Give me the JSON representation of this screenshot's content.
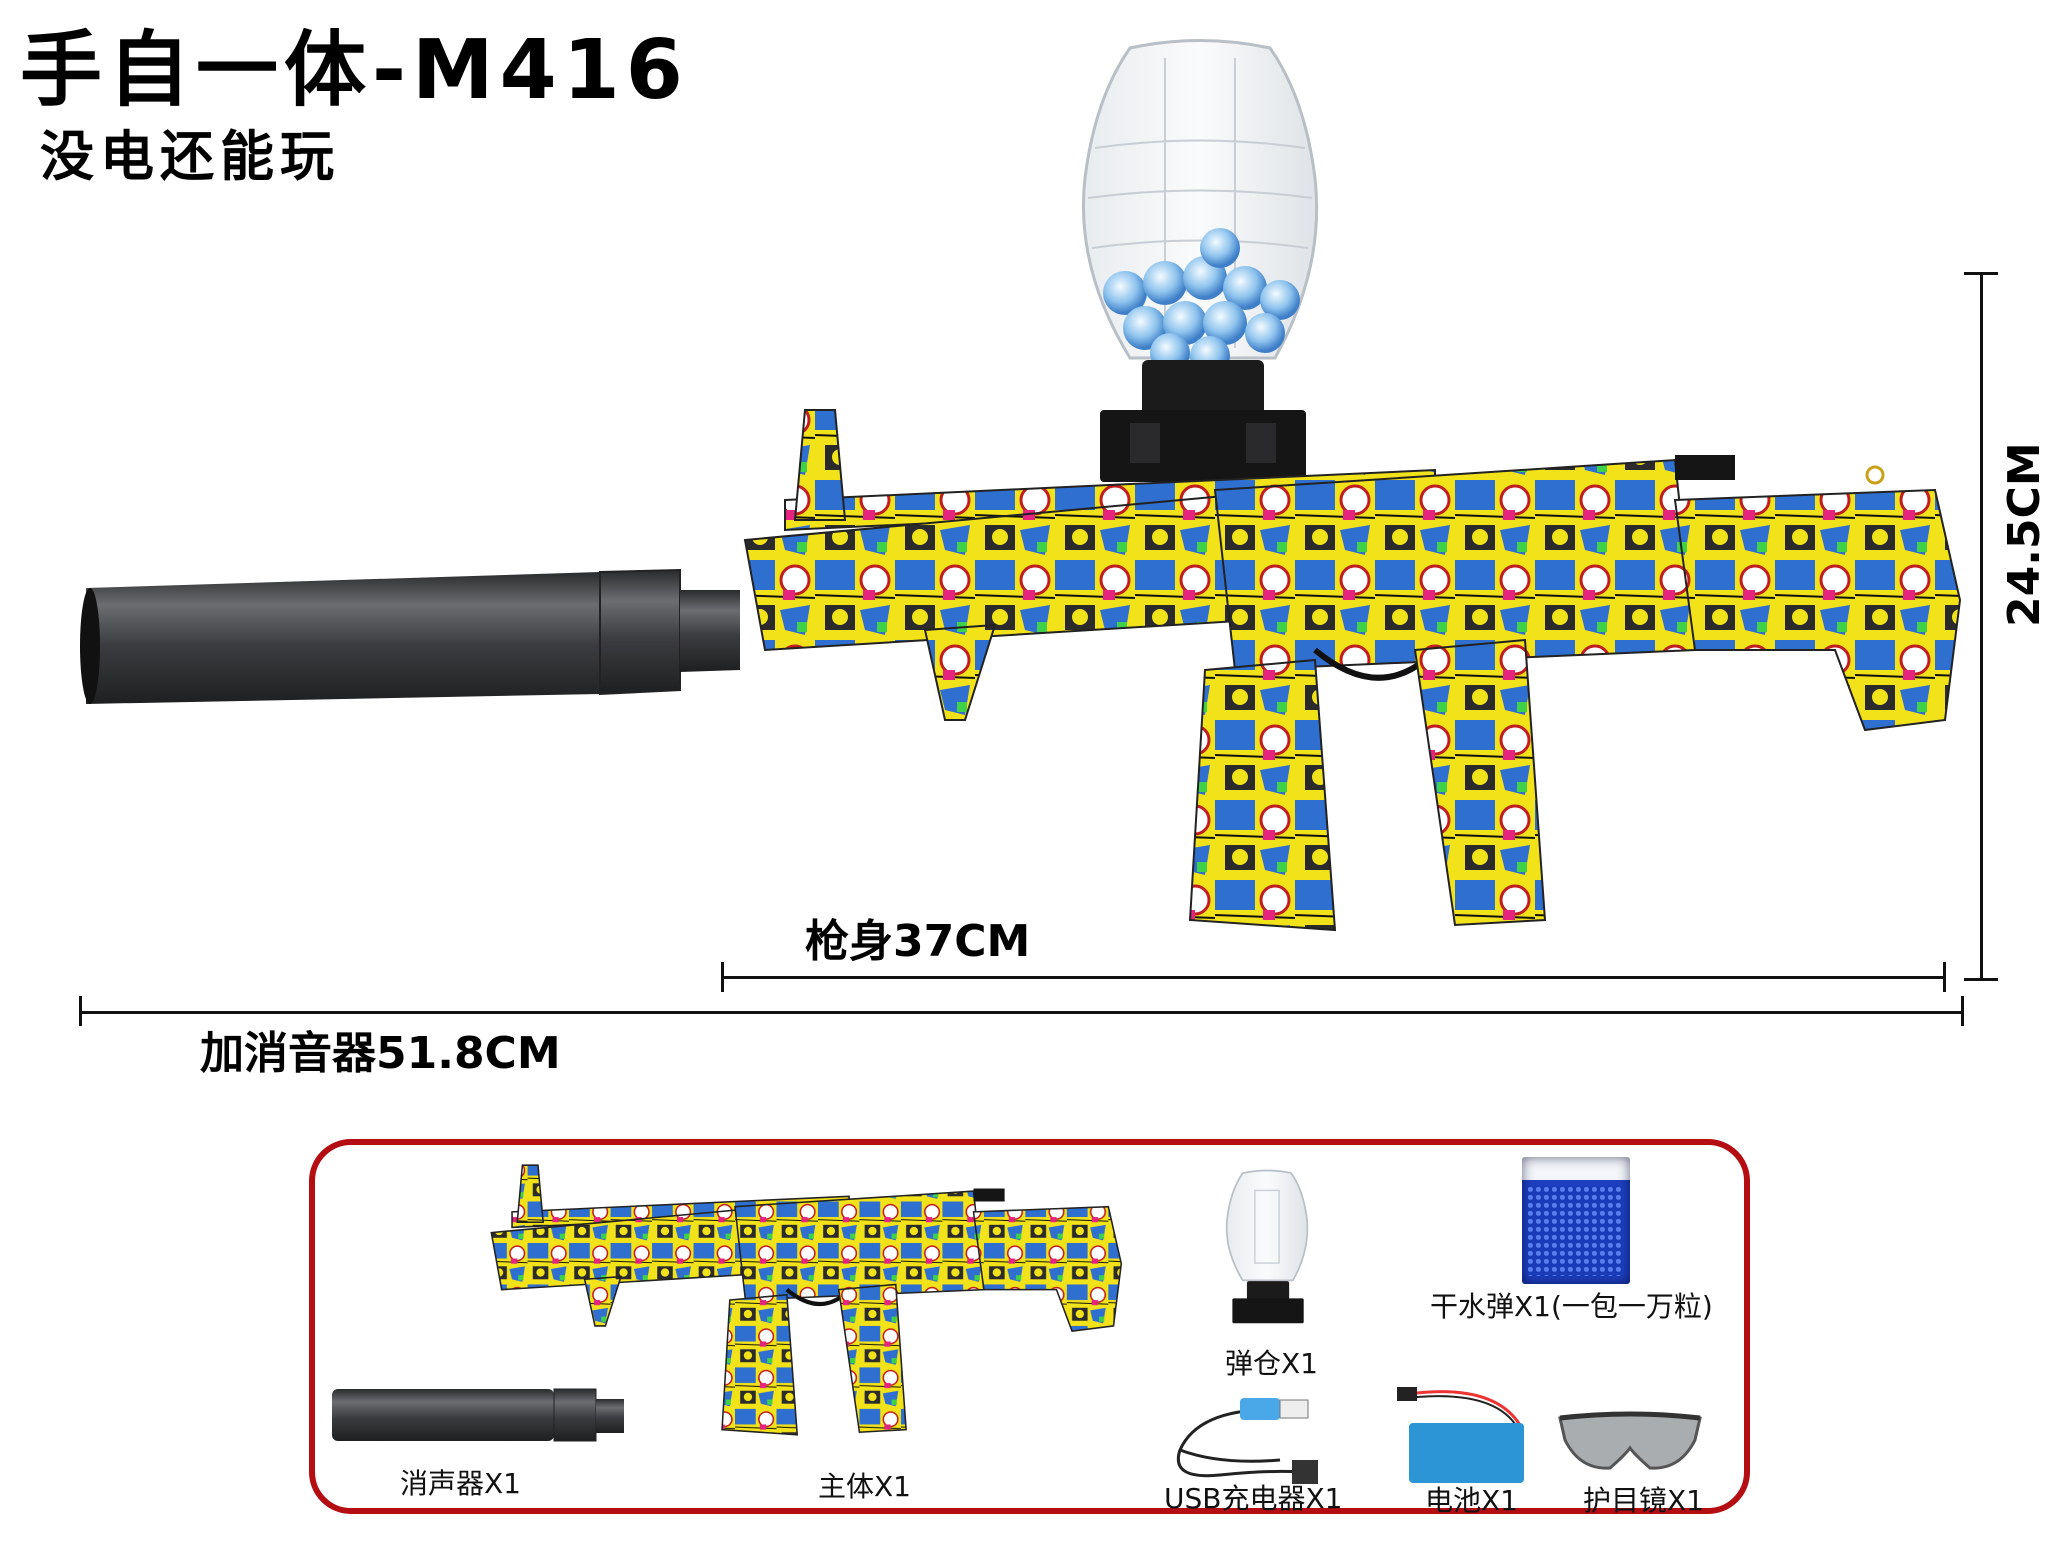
{
  "header": {
    "title": "手自一体-M416",
    "subtitle": "没电还能玩"
  },
  "dimensions": {
    "body_length": "枪身37CM",
    "with_suppressor_length": "加消音器51.8CM",
    "height": "24.5CM"
  },
  "accessories": {
    "border_color": "#b40d12",
    "items": [
      {
        "label": "消声器X1",
        "icon": "suppressor"
      },
      {
        "label": "主体X1",
        "icon": "gun-body"
      },
      {
        "label": "弹仓X1",
        "icon": "hopper"
      },
      {
        "label": "干水弹X1(一包一万粒)",
        "icon": "gel-ball-pack"
      },
      {
        "label": "USB充电器X1",
        "icon": "usb-charger"
      },
      {
        "label": "电池X1",
        "icon": "battery"
      },
      {
        "label": "护目镜X1",
        "icon": "goggles"
      }
    ]
  },
  "colors": {
    "graffiti_yellow": "#f2e21a",
    "graffiti_blue": "#2f6fd0",
    "suppressor_gray": "#3a3b3d",
    "gel_blue": "#1f3fbf",
    "battery_blue": "#2c95d6"
  }
}
